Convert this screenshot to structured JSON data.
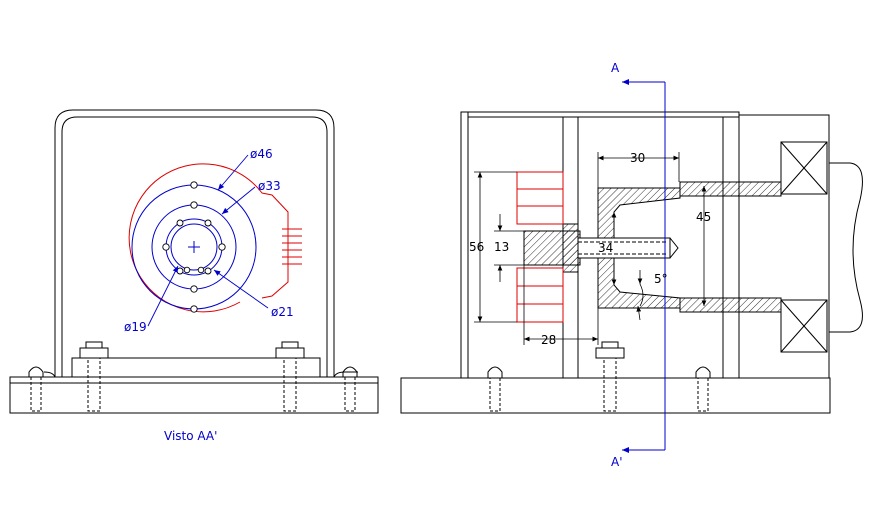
{
  "colors": {
    "outline": "#000000",
    "blue": "#0000cc",
    "red": "#dd0000",
    "hatch": "#000000"
  },
  "left_view": {
    "caption": "Visto AA'",
    "dims": {
      "d46": "ø46",
      "d33": "ø33",
      "d21": "ø21",
      "d19": "ø19"
    }
  },
  "right_view": {
    "section_top": "A",
    "section_bottom": "A'",
    "dims": {
      "d30": "30",
      "d45": "45",
      "d56": "56",
      "d13": "13",
      "d34": "34",
      "d5deg": "5°",
      "d28": "28"
    }
  }
}
